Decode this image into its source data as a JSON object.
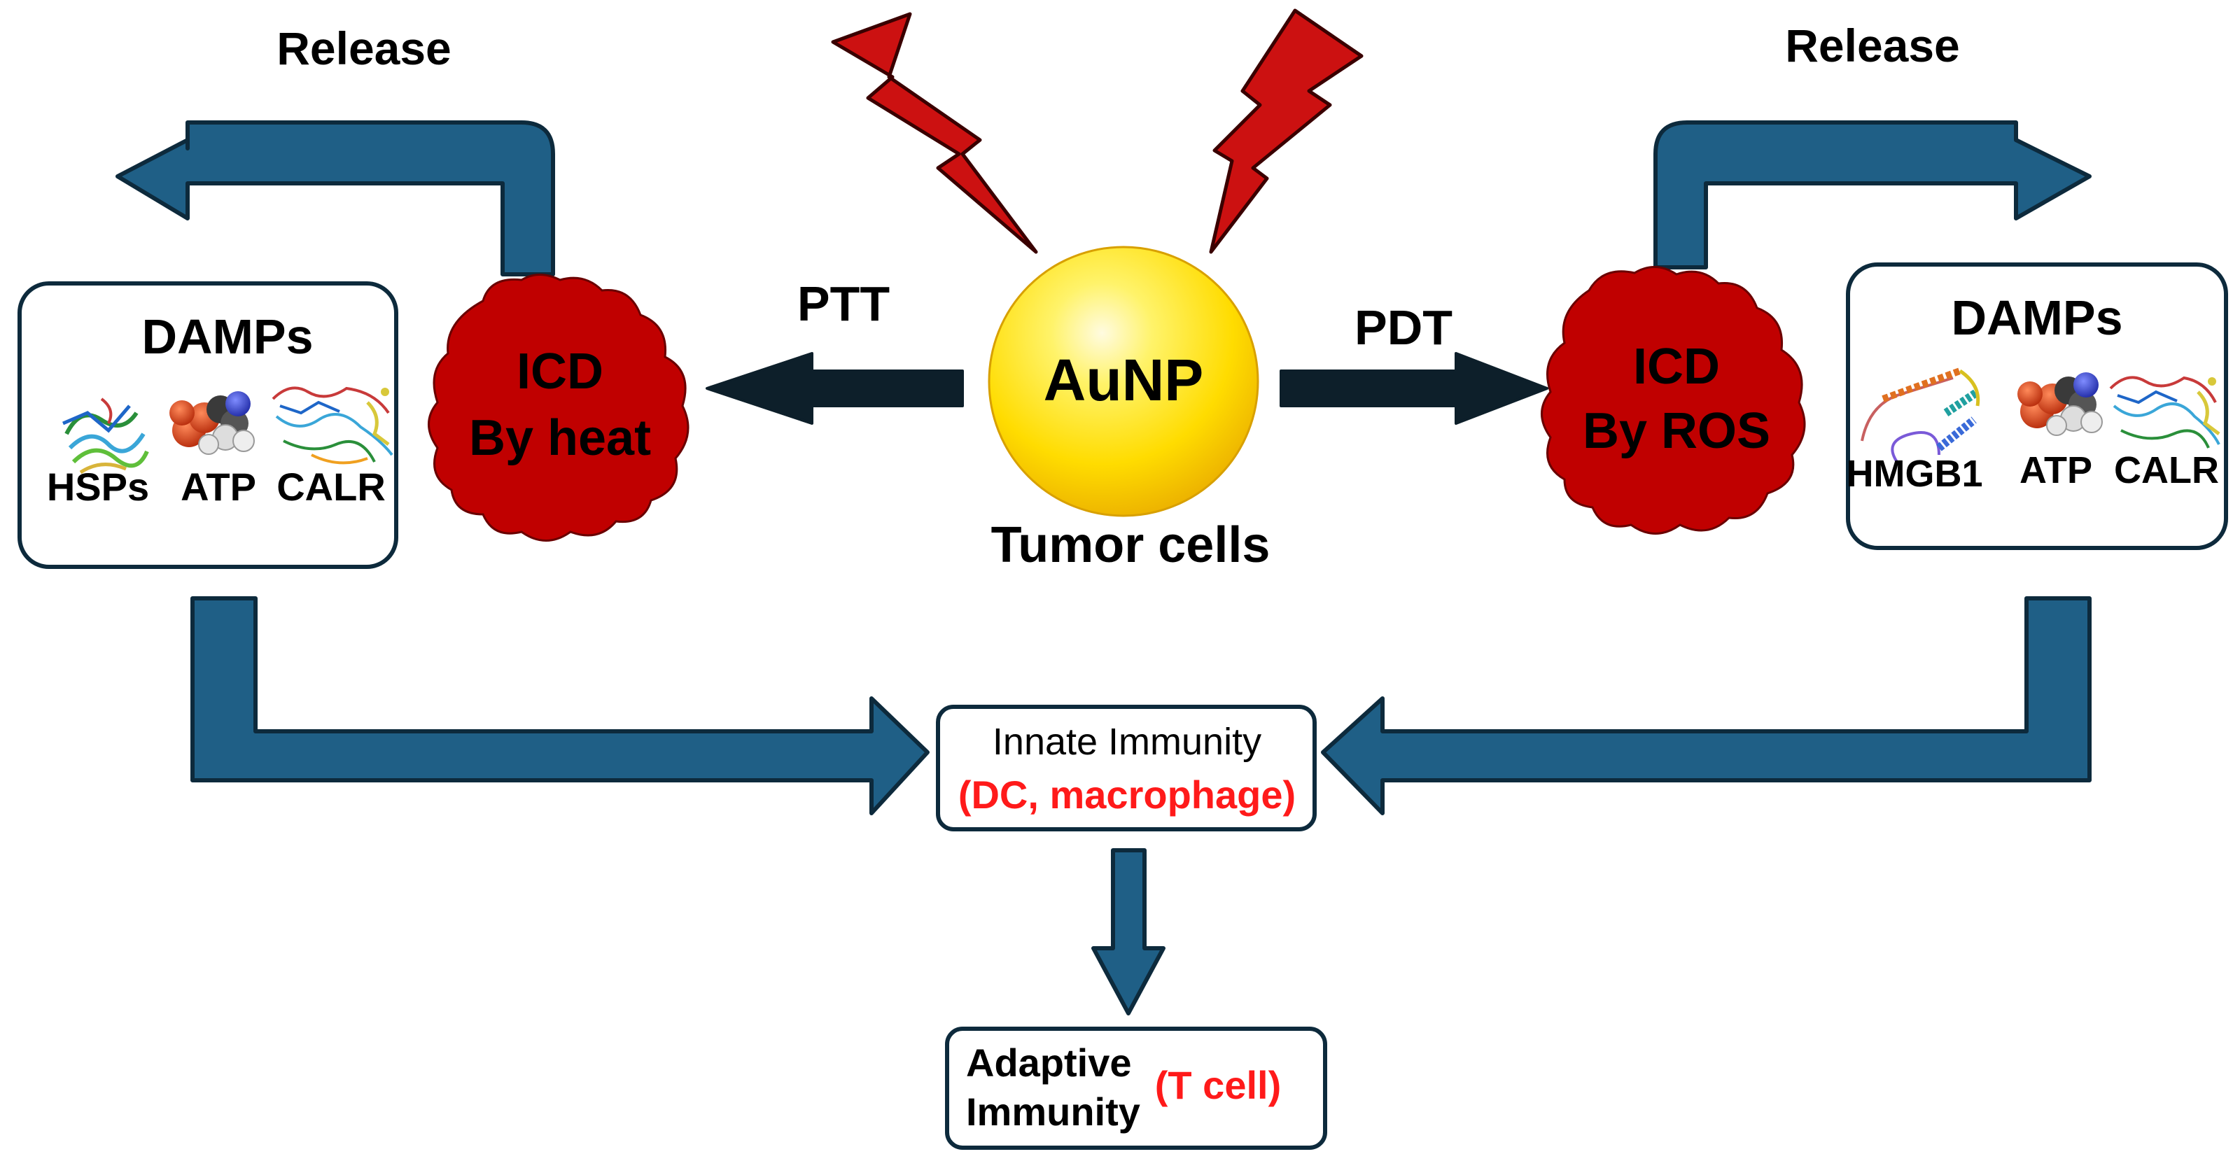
{
  "labels": {
    "release_left": "Release",
    "release_right": "Release",
    "ptt": "PTT",
    "pdt": "PDT",
    "aunp": "AuNP",
    "tumor_cells": "Tumor cells",
    "icd_heat_line1": "ICD",
    "icd_heat_line2": "By heat",
    "icd_ros_line1": "ICD",
    "icd_ros_line2": "By ROS"
  },
  "damps_left": {
    "title": "DAMPs",
    "items": [
      "HSPs",
      "ATP",
      "CALR"
    ]
  },
  "damps_right": {
    "title": "DAMPs",
    "items": [
      "HMGB1",
      "ATP",
      "CALR"
    ]
  },
  "innate": {
    "line1": "Innate Immunity",
    "line2": "(DC, macrophage)"
  },
  "adaptive": {
    "line1": "Adaptive",
    "line2": "Immunity",
    "highlight": "(T cell)"
  },
  "colors": {
    "arrow_fill": "#1f5f86",
    "arrow_stroke": "#0d2a3c",
    "cloud": "#c00000",
    "bolt": "#cc1111",
    "sphere": "#ffd700",
    "highlight_text": "#ff1a1a"
  },
  "icons": [
    "hsp-protein-icon",
    "atp-molecule-icon",
    "calr-protein-icon",
    "hmgb1-protein-icon"
  ]
}
